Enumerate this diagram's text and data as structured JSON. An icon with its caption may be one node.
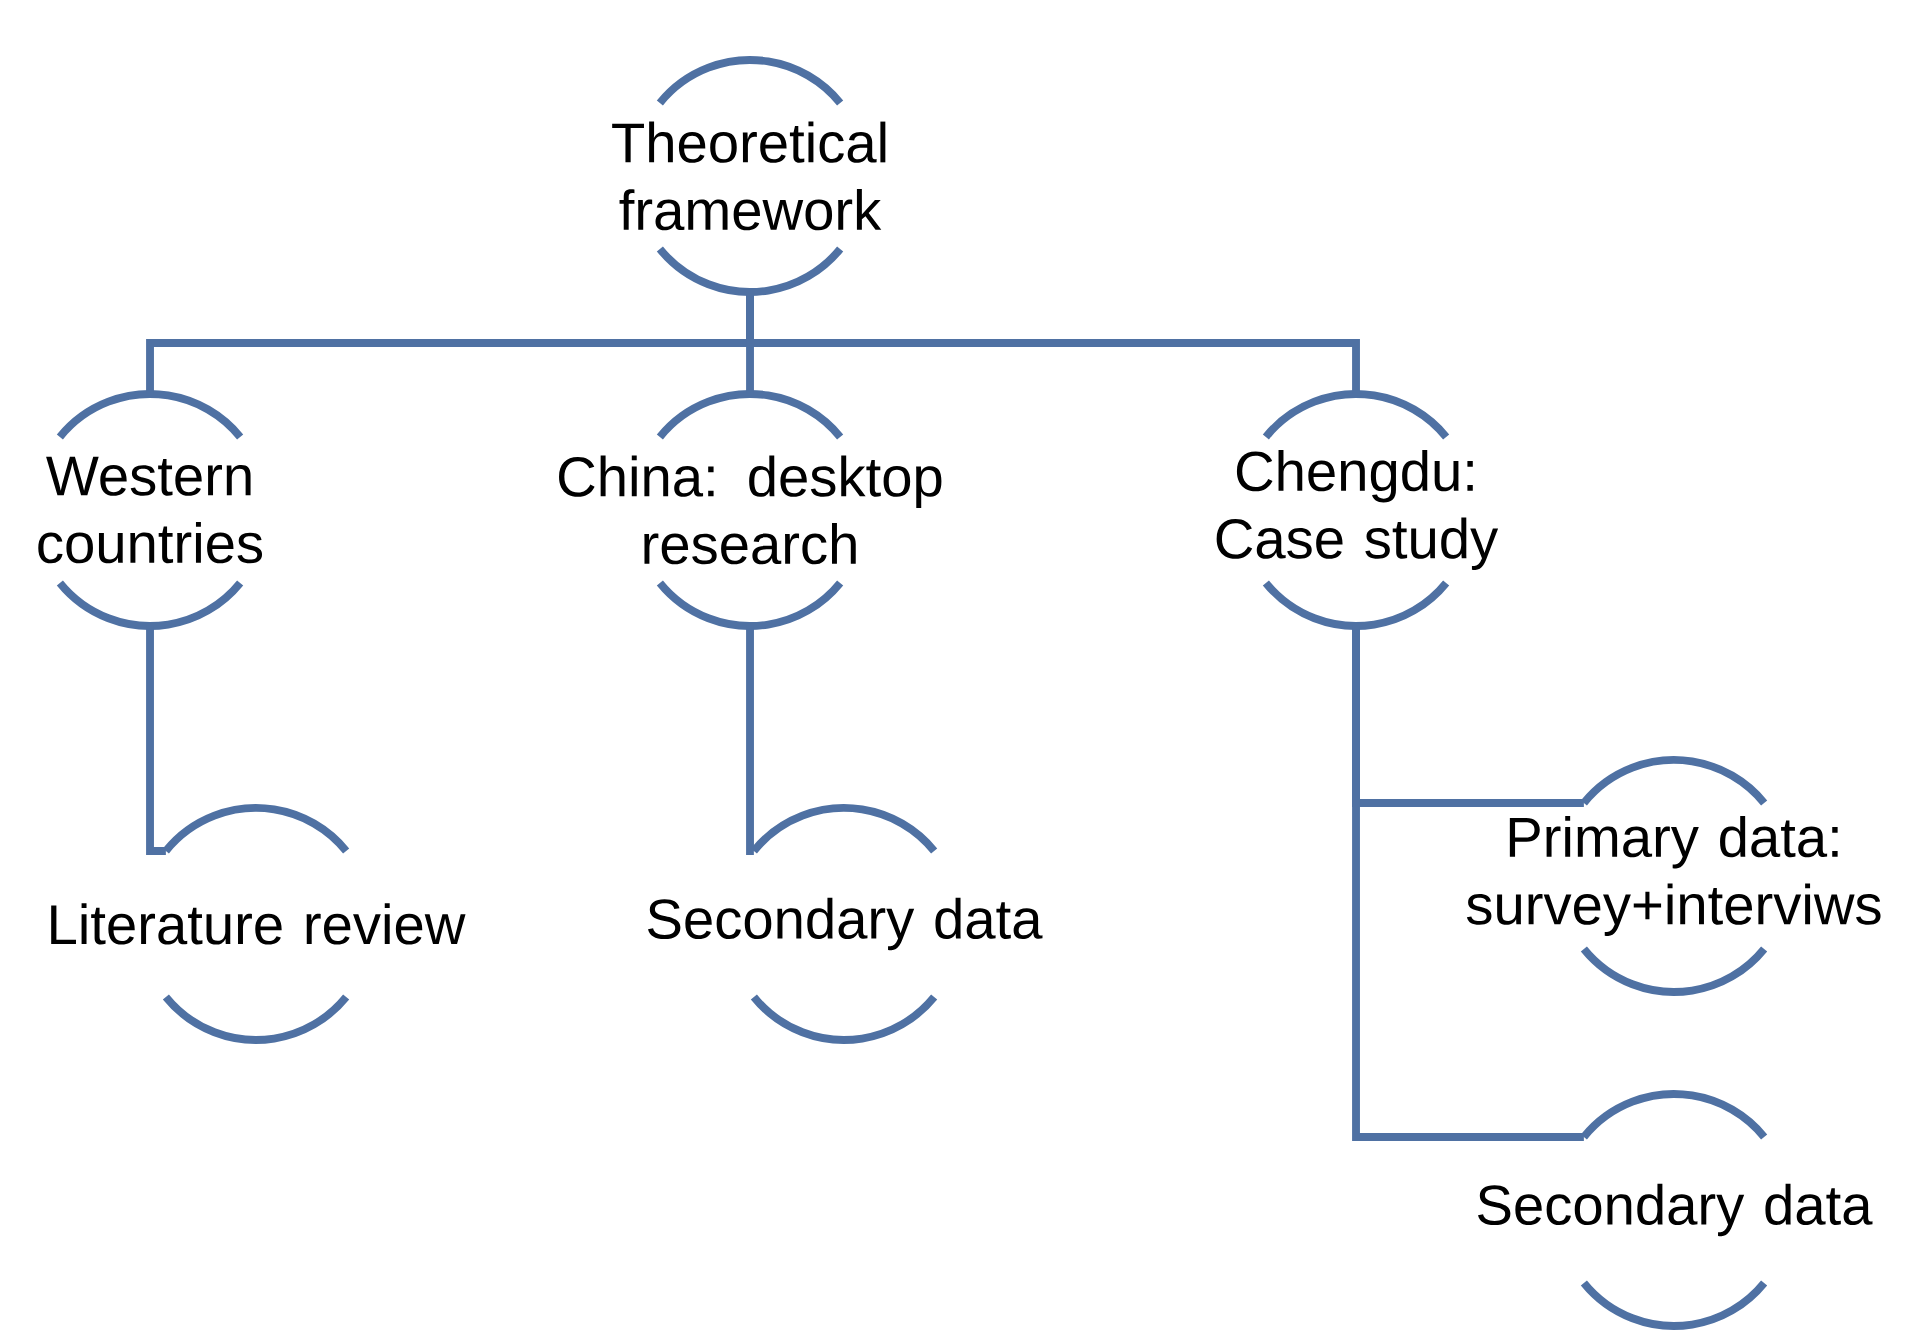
{
  "diagram": {
    "nodes": [
      {
        "text": [
          "Theoretical framework"
        ]
      },
      {
        "text": [
          "Western countries"
        ]
      },
      {
        "text": [
          "China: desktop research"
        ]
      },
      {
        "text": [
          "Chengdu: Case study"
        ]
      },
      {
        "text": [
          "Literature review"
        ]
      },
      {
        "text": [
          "Secondary data"
        ]
      },
      {
        "text": [
          "Primary data: survey+interviws"
        ]
      },
      {
        "text": [
          "Secondary data"
        ]
      }
    ],
    "edges": [
      {
        "from": 0,
        "to": 1,
        "arrow": "none"
      },
      {
        "from": 0,
        "to": 2,
        "arrow": "none"
      },
      {
        "from": 0,
        "to": 3,
        "arrow": "none"
      },
      {
        "from": 1,
        "to": 4,
        "arrow": "none"
      },
      {
        "from": 2,
        "to": 5,
        "arrow": "none"
      },
      {
        "from": 3,
        "to": 6,
        "arrow": "none"
      },
      {
        "from": 3,
        "to": 7,
        "arrow": "none"
      }
    ]
  }
}
